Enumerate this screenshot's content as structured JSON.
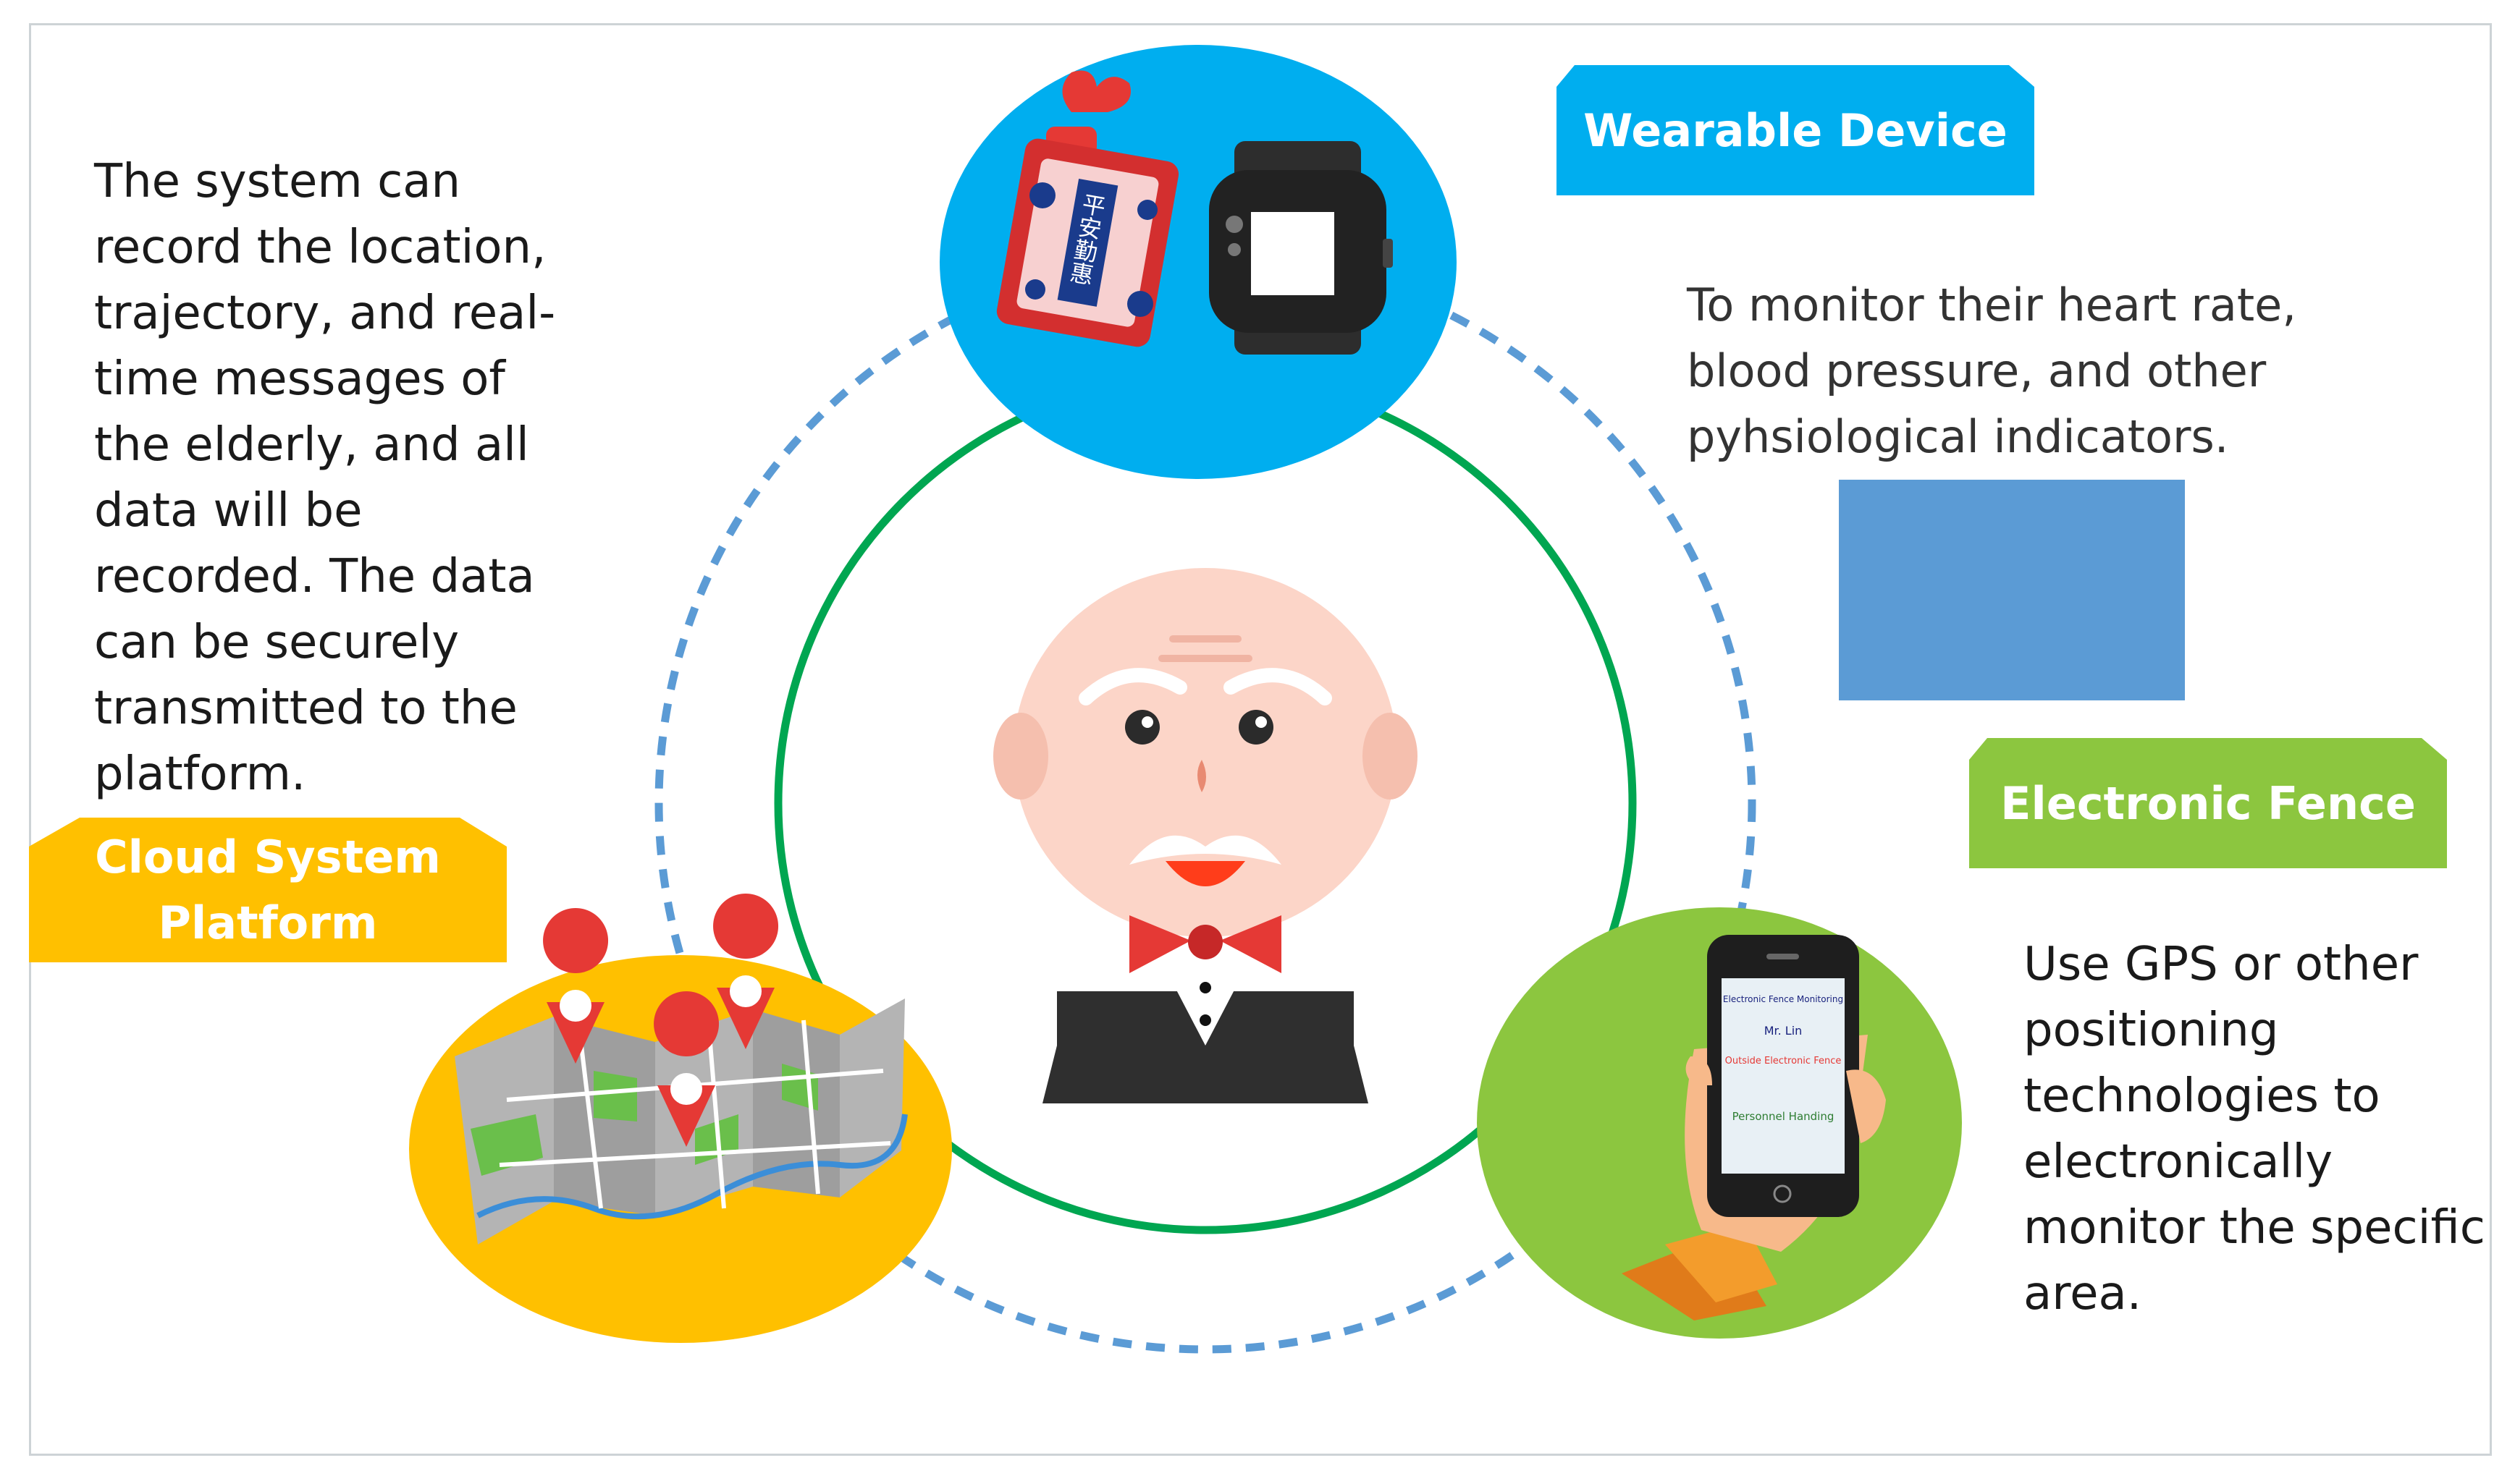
{
  "labels": {
    "wearable": "Wearable Device",
    "fence": "Electronic Fence",
    "cloud_line1": "Cloud System",
    "cloud_line2": "Platform"
  },
  "texts": {
    "cloud_desc": "The system can record the location, trajectory, and real-time messages of the elderly, and all data will be recorded. The data can be securely transmitted to the platform.",
    "wearable_desc": "To monitor their heart rate, blood pressure, and other pyhsiological indicators.",
    "fence_desc": "Use GPS or other positioning technologies to electronically monitor the specific area."
  },
  "phone_screen": {
    "title": "Electronic Fence Monitoring",
    "name": "Mr. Lin",
    "status": "Outside Electronic Fence",
    "action": "Personnel Handing"
  },
  "amulet": {
    "text": "平安勤惠"
  },
  "colors": {
    "wearable": "#00aeef",
    "fence": "#8cc63f",
    "cloud": "#ffc000",
    "inner_ring": "#00a651",
    "outer_ring": "#5b9bd5",
    "placeholder_box": "#5b9bd5"
  }
}
